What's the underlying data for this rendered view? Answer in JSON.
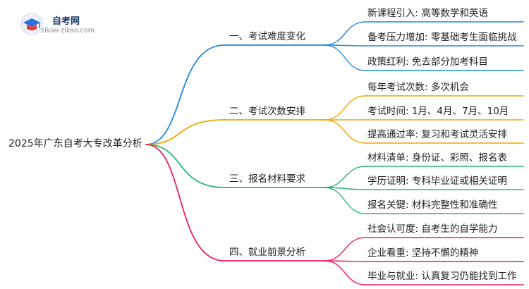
{
  "logo": {
    "title": "自考网",
    "url": "zikao-zikao.com"
  },
  "root": "2025年广东自考大专改革分析",
  "branches": [
    {
      "label": "一、考试难度变化",
      "color": "#1e88e5",
      "leaves": [
        "新课程引入: 高等数学和英语",
        "备考压力增加: 零基础考生面临挑战",
        "政策红利: 免去部分加考科目"
      ]
    },
    {
      "label": "二、考试次数安排",
      "color": "#f0a500",
      "leaves": [
        "每年考试次数: 多次机会",
        "考试时间: 1月、4月、7月、10月",
        "提高通过率: 复习和考试灵活安排"
      ]
    },
    {
      "label": "三、报名材料要求",
      "color": "#2bb673",
      "leaves": [
        "材料清单: 身份证、彩照、报名表",
        "学历证明: 专科毕业证或相关证明",
        "报名关键: 材料完整性和准确性"
      ]
    },
    {
      "label": "四、就业前景分析",
      "color": "#e91e63",
      "leaves": [
        "社会认可度: 自考生的自学能力",
        "企业看重: 坚持不懈的精神",
        "毕业与就业: 认真复习仍能找到工作"
      ]
    }
  ]
}
